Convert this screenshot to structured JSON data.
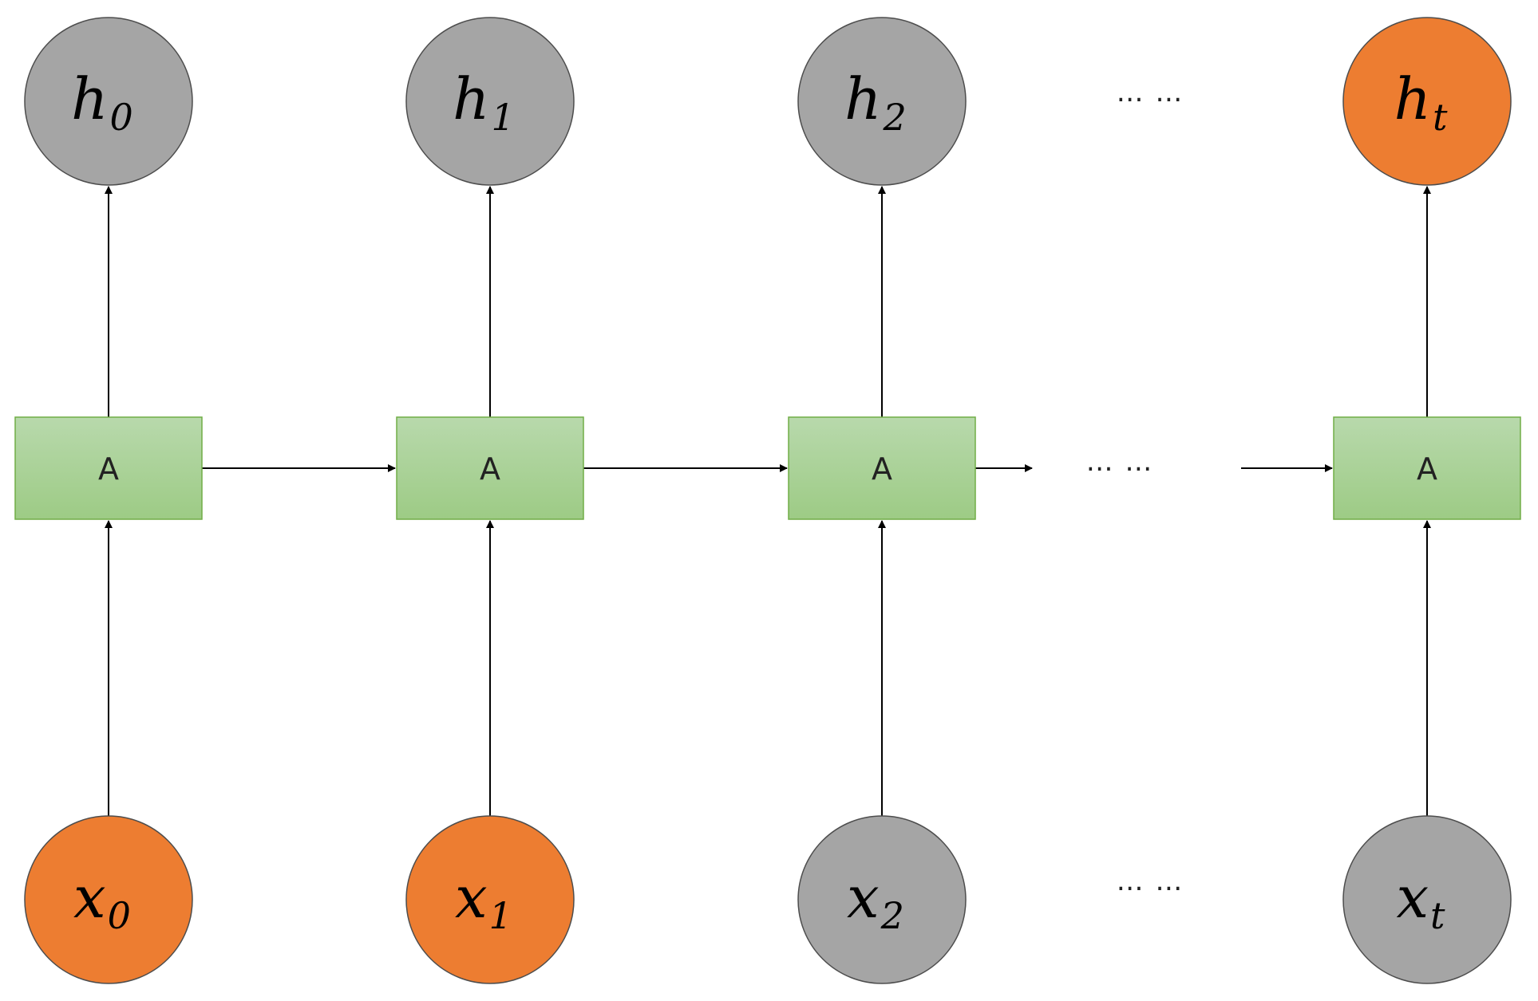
{
  "colors": {
    "active": "#ED7D31",
    "inactive": "#A5A5A5",
    "cell_top": "#B8D9AC",
    "cell_bottom": "#9DCB85",
    "cell_border": "#70AD47",
    "line": "#000000"
  },
  "steps": [
    {
      "cell_label": "A",
      "output": {
        "base": "h",
        "sub": "0",
        "state": "inactive"
      },
      "input": {
        "base": "x",
        "sub": "0",
        "state": "active"
      }
    },
    {
      "cell_label": "A",
      "output": {
        "base": "h",
        "sub": "1",
        "state": "inactive"
      },
      "input": {
        "base": "x",
        "sub": "1",
        "state": "active"
      }
    },
    {
      "cell_label": "A",
      "output": {
        "base": "h",
        "sub": "2",
        "state": "inactive"
      },
      "input": {
        "base": "x",
        "sub": "2",
        "state": "inactive"
      }
    },
    {
      "cell_label": "A",
      "output": {
        "base": "h",
        "sub": "t",
        "state": "active"
      },
      "input": {
        "base": "x",
        "sub": "t",
        "state": "inactive"
      }
    }
  ],
  "ellipsis": {
    "top": "… …",
    "middle": "… …",
    "bottom": "… …"
  }
}
